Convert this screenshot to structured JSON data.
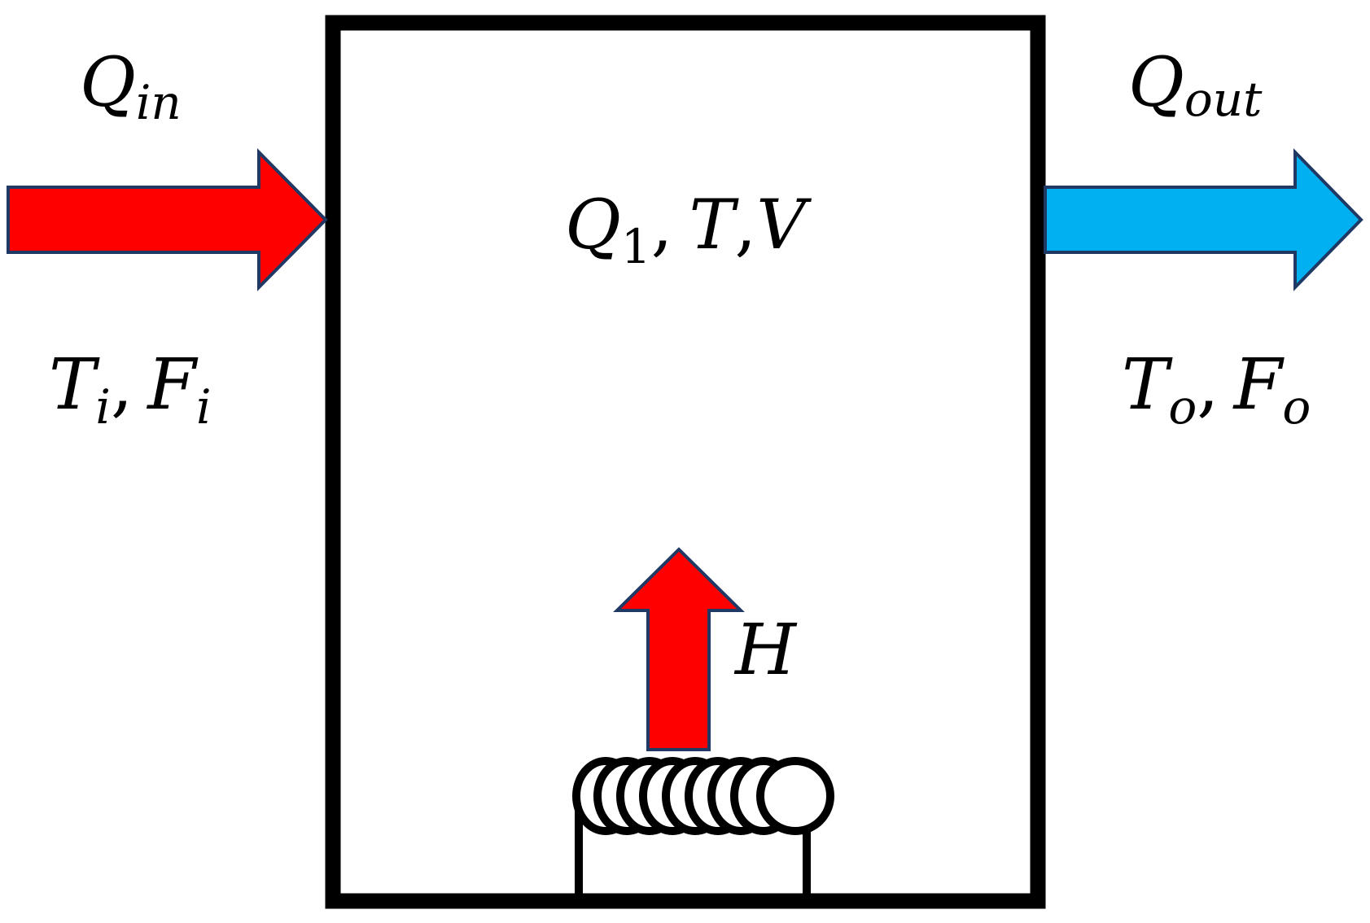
{
  "colors": {
    "background": "#ffffff",
    "outline": "#000000",
    "hot_arrow": "#ff0000",
    "cold_arrow": "#00b0f0",
    "arrow_border": "#1f3864"
  },
  "inlet": {
    "q_symbol": "Q",
    "q_subscript": "in",
    "t_symbol": "T",
    "t_subscript": "i",
    "separator": ",",
    "f_symbol": "F",
    "f_subscript": "i"
  },
  "outlet": {
    "q_symbol": "Q",
    "q_subscript": "out",
    "t_symbol": "T",
    "t_subscript": "o",
    "separator": ",",
    "f_symbol": "F",
    "f_subscript": "o"
  },
  "tank": {
    "q_symbol": "Q",
    "q_subscript": "1",
    "separator_1": ",",
    "t_symbol": "T",
    "separator_2": ",",
    "v_symbol": "V"
  },
  "heater": {
    "h_symbol": "H"
  },
  "icons": {
    "inlet_arrow": "arrow-right-icon",
    "outlet_arrow": "arrow-right-icon",
    "heat_arrow": "arrow-up-icon",
    "heating_coil": "coil-icon"
  }
}
